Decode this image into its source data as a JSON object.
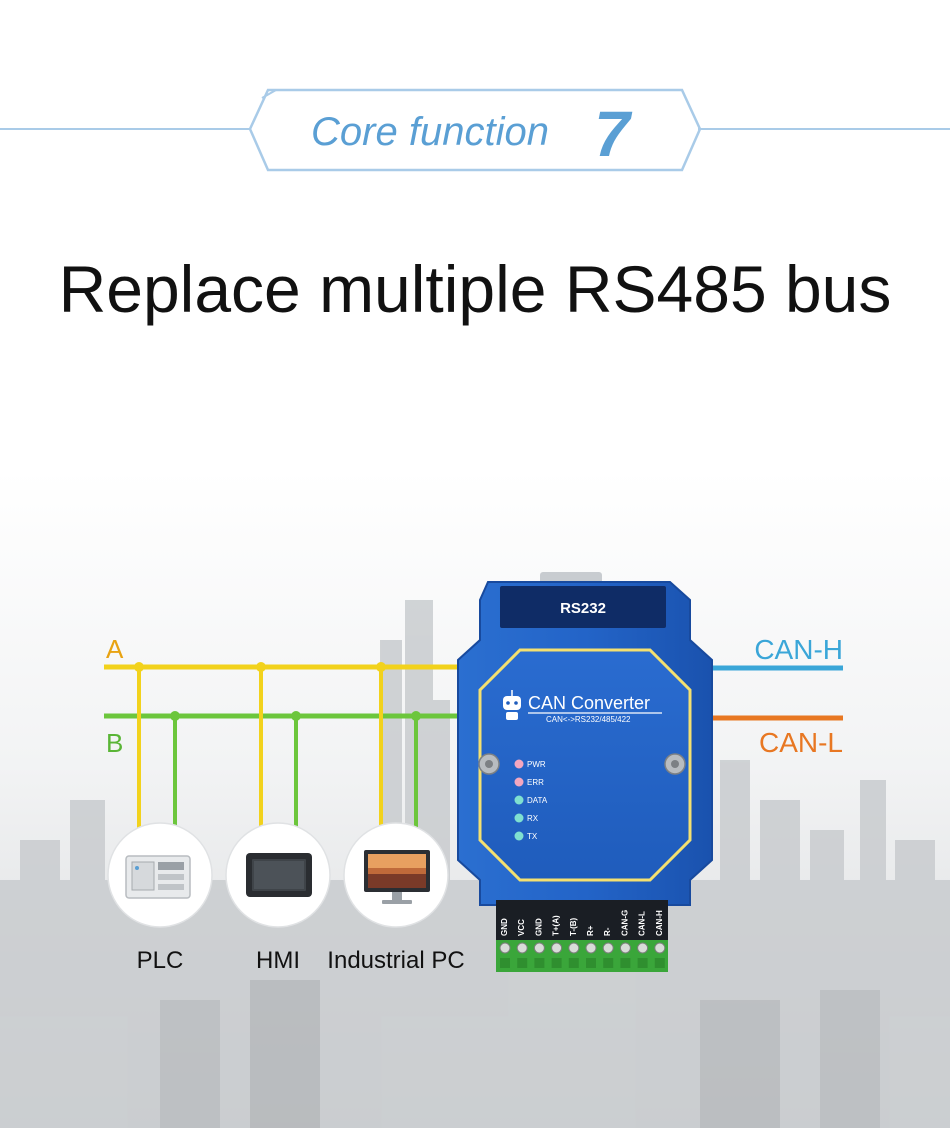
{
  "header": {
    "badge_text": "Core function",
    "badge_number": "7",
    "headline": "Replace multiple RS485 bus"
  },
  "bus": {
    "line_a_label": "A",
    "line_b_label": "B",
    "can_h_label": "CAN-H",
    "can_l_label": "CAN-L"
  },
  "devices": [
    {
      "name": "PLC",
      "icon": "plc-icon"
    },
    {
      "name": "HMI",
      "icon": "hmi-icon"
    },
    {
      "name": "Industrial PC",
      "icon": "industrial-pc-icon"
    }
  ],
  "converter": {
    "port_label": "RS232",
    "title": "CAN Converter",
    "subtitle": "CAN<->RS232/485/422",
    "leds": [
      "PWR",
      "ERR",
      "DATA",
      "RX",
      "TX"
    ],
    "terminals": [
      "GND",
      "VCC",
      "GND",
      "T+(A)",
      "T-(B)",
      "R+",
      "R-",
      "CAN-G",
      "CAN-L",
      "CAN-H"
    ]
  },
  "colors": {
    "badge_blue": "#5a9fd4",
    "line_a": "#f2d21c",
    "line_b": "#6cc63c",
    "can_h": "#3aa6d8",
    "can_l": "#e87722",
    "device_body": "#1e5fc4",
    "device_dark_panel": "#0f2c66",
    "terminal_green": "#3aa63a",
    "led_pink": "#f4a7c0",
    "led_teal": "#7fe0d0"
  }
}
